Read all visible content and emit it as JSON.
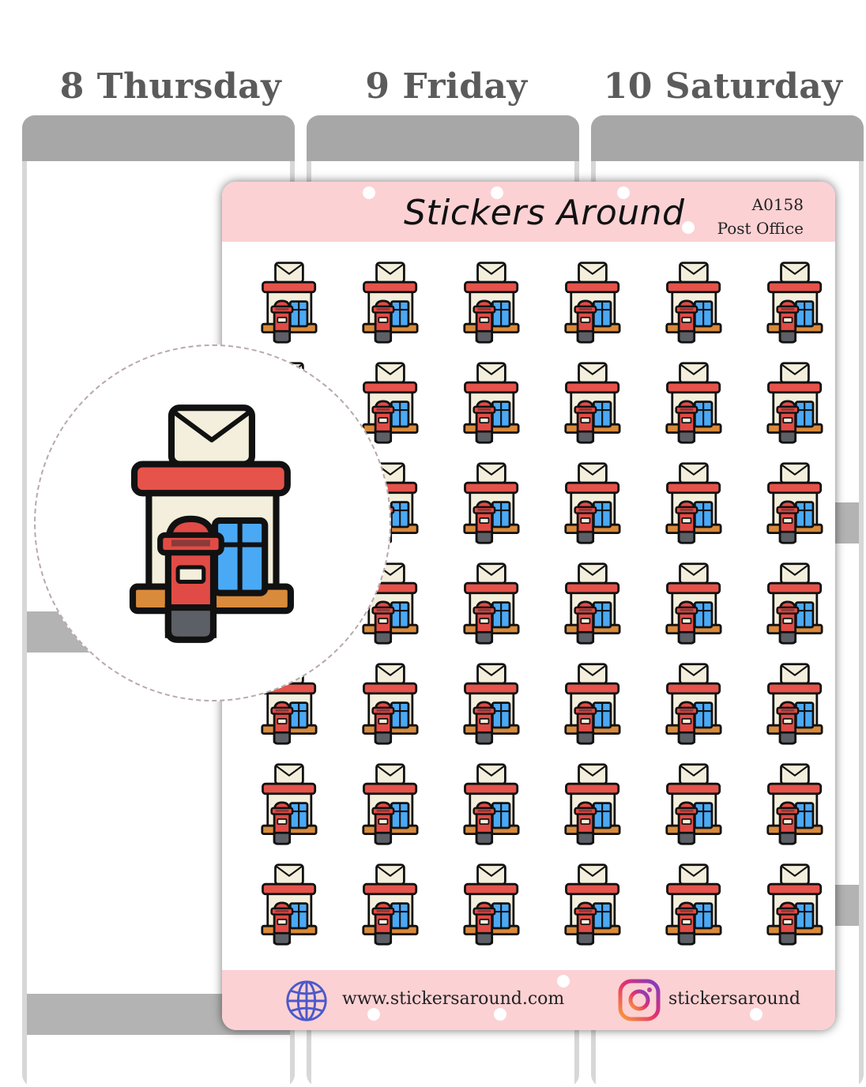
{
  "days": [
    "8 Thursday",
    "9 Friday",
    "10 Saturday"
  ],
  "sheet": {
    "brand": "Stickers Around",
    "code": "A0158",
    "name": "Post Office",
    "sticker_icon": "post-office-icon",
    "sticker_count": 42,
    "website": "www.stickersaround.com",
    "instagram": "stickersaround"
  },
  "colors": {
    "header_pink": "#fbd1d4",
    "roof_red": "#e5534b",
    "wall_cream": "#f3efdc",
    "window_blue": "#4aa9f5",
    "mailbox_red": "#e14b45",
    "base_orange": "#d98a3b",
    "planner_gray": "#a7a7a7"
  }
}
